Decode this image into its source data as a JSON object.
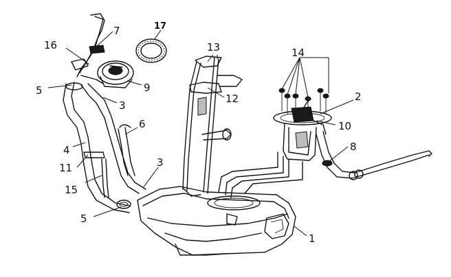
{
  "callouts": {
    "c1": "1",
    "c2": "2",
    "c3a": "3",
    "c3b": "3",
    "c4": "4",
    "c5a": "5",
    "c5b": "5",
    "c6": "6",
    "c7": "7",
    "c8": "8",
    "c9": "9",
    "c10": "10",
    "c11": "11",
    "c12": "12",
    "c13": "13",
    "c14": "14",
    "c15": "15",
    "c16": "16",
    "c17": "17"
  },
  "colors": {
    "line": "#111111",
    "background": "#ffffff"
  }
}
